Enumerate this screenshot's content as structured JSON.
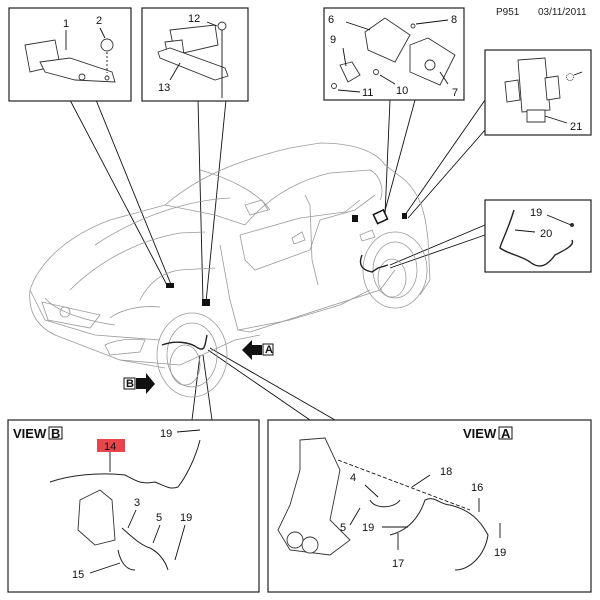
{
  "header": {
    "page_code": "P951",
    "date": "03/11/2011"
  },
  "callouts": {
    "box1": [
      "1",
      "2"
    ],
    "box2": [
      "12",
      "13"
    ],
    "box3": [
      "6",
      "8",
      "9",
      "11",
      "10",
      "7"
    ],
    "box4": [
      "21"
    ],
    "box5": [
      "19",
      "20"
    ]
  },
  "view_markers": {
    "a_letter": "A",
    "b_letter": "B"
  },
  "view_b": {
    "title": "VIEW",
    "letter": "B",
    "labels": [
      "19",
      "3",
      "5",
      "19",
      "15"
    ],
    "highlight_label": "14",
    "highlight_color": "#e8444c"
  },
  "view_a": {
    "title": "VIEW",
    "letter": "A",
    "labels": [
      "18",
      "4",
      "16",
      "5",
      "19",
      "17",
      "19"
    ]
  }
}
